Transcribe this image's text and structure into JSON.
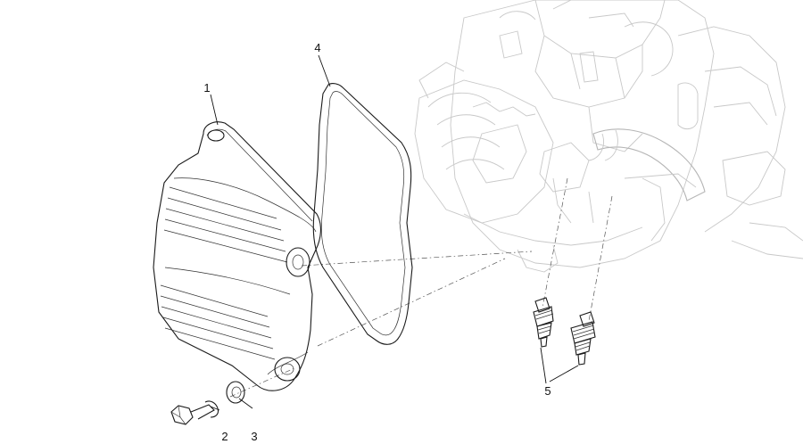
{
  "diagram": {
    "callouts": [
      {
        "id": "1",
        "label": "1"
      },
      {
        "id": "2",
        "label": "2"
      },
      {
        "id": "3",
        "label": "3"
      },
      {
        "id": "4",
        "label": "4"
      },
      {
        "id": "5",
        "label": "5"
      }
    ]
  }
}
